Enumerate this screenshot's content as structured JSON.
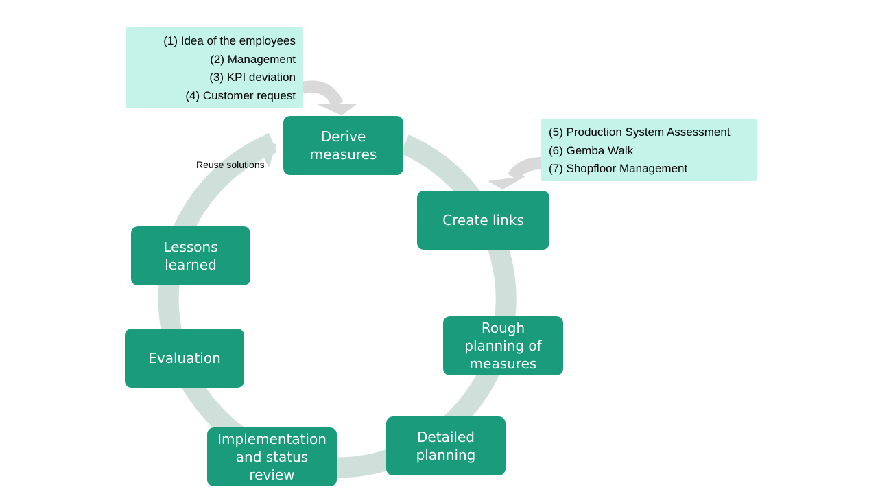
{
  "colors": {
    "step_fill": "#1a9c7c",
    "step_text": "#ffffff",
    "info_fill": "#c3f3e9",
    "cycle_arrow": "#cfe0da",
    "input_arrow": "#d9d9d9"
  },
  "cycle": {
    "steps": [
      {
        "id": "derive",
        "label": "Derive\nmeasures"
      },
      {
        "id": "links",
        "label": "Create links"
      },
      {
        "id": "rough",
        "label": "Rough\nplanning of\nmeasures"
      },
      {
        "id": "detailed",
        "label": "Detailed\nplanning"
      },
      {
        "id": "implementation",
        "label": "Implementation\nand status\nreview"
      },
      {
        "id": "evaluation",
        "label": "Evaluation"
      },
      {
        "id": "lessons",
        "label": "Lessons\nlearned"
      }
    ],
    "loop_label": "Reuse solutions"
  },
  "sources_box": {
    "items": [
      "(1) Idea of the employees",
      "(2) Management",
      "(3) KPI deviation",
      "(4) Customer request"
    ]
  },
  "assessments_box": {
    "items": [
      "(5) Production System Assessment",
      "(6) Gemba Walk",
      "(7) Shopfloor Management"
    ]
  }
}
